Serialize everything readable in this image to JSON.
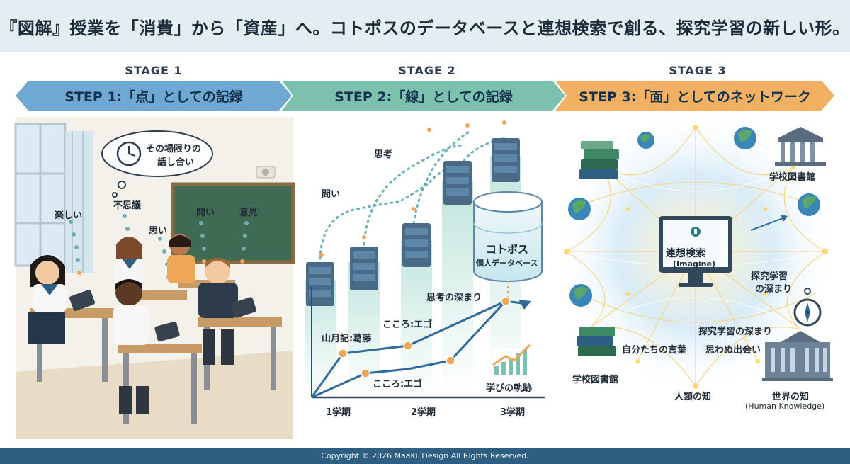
{
  "title": "『図解』授業を「消費」から「資産」へ。コトポスのデータベースと連想検索で創る、探究学習の新しい形。",
  "stages": [
    {
      "stage_label": "STAGE 1",
      "step_label": "STEP 1:「点」としての記録"
    },
    {
      "stage_label": "STAGE 2",
      "step_label": "STEP 2:「線」としての記録"
    },
    {
      "stage_label": "STAGE 3",
      "step_label": "STEP 3:「面」としてのネットワーク"
    }
  ],
  "panel1": {
    "bubble_text_line1": "その場限りの",
    "bubble_text_line2": "話し合い",
    "word_labels": [
      "楽しい",
      "不思議",
      "思い",
      "問い",
      "意見"
    ]
  },
  "panel2": {
    "float_labels": [
      "問い",
      "思考"
    ],
    "database_title": "コトポス",
    "database_subtitle": "個人データベース",
    "point_labels": [
      "思考の深まり",
      "こころ:エゴ",
      "山月記:葛藤",
      "こころ:エゴ"
    ],
    "growth_label": "学びの軌跡",
    "x_terms": [
      "1学期",
      "2学期",
      "3学期"
    ]
  },
  "panel3": {
    "monitor_title": "連想検索",
    "monitor_subtitle": "(Imagine)",
    "library_top": "学校図書館",
    "library_bottom": "学校図書館",
    "inquiry_line1": "探究学習",
    "inquiry_line2": "の深まり",
    "inquiry_deep": "探究学習の深まり",
    "own_words": "自分たちの言葉",
    "encounter": "思わぬ出会い",
    "humanity": "人類の知",
    "world_title": "世界の知",
    "world_subtitle": "(Human Knowledge)"
  },
  "footer": "Copyright © 2026 MaaKi_Design All Rights Reserved."
}
